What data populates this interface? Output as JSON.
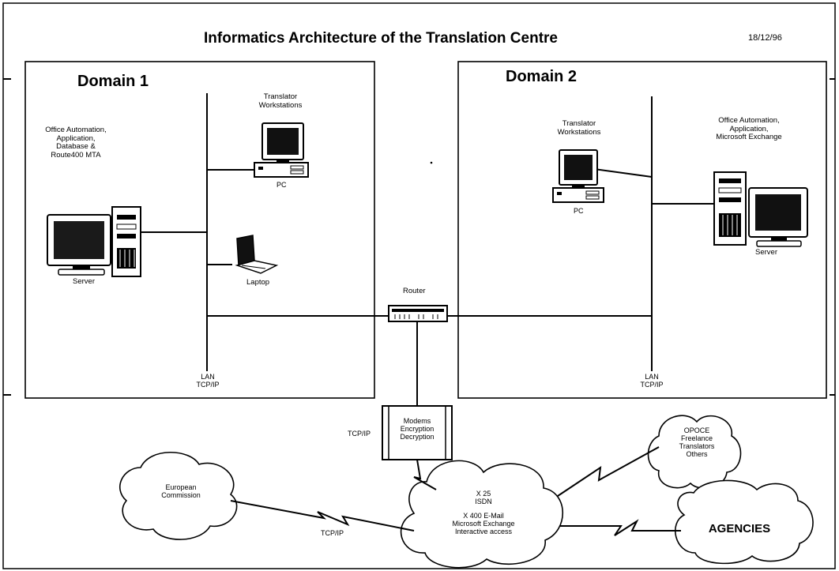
{
  "title": "Informatics Architecture of the Translation Centre",
  "date": "18/12/96",
  "domain1": {
    "label": "Domain 1",
    "server_desc": [
      "Office Automation,",
      "Application,",
      "Database &",
      "Route400 MTA"
    ],
    "server_label": "Server",
    "workstations_label": [
      "Translator",
      "Workstations"
    ],
    "pc_label": "PC",
    "laptop_label": "Laptop",
    "lan_label": [
      "LAN",
      "TCP/IP"
    ]
  },
  "domain2": {
    "label": "Domain 2",
    "workstations_label": [
      "Translator",
      "Workstations"
    ],
    "pc_label": "PC",
    "server_desc": [
      "Office Automation,",
      "Application,",
      "Microsoft Exchange"
    ],
    "server_label": "Server",
    "lan_label": [
      "LAN",
      "TCP/IP"
    ]
  },
  "router_label": "Router",
  "modems_label": [
    "Modems",
    "Encryption",
    "Decryption"
  ],
  "tcpip_modem": "TCP/IP",
  "x25_cloud": [
    "X 25",
    "ISDN",
    "",
    "X 400 E-Mail",
    "Microsoft Exchange",
    "Interactive access"
  ],
  "ec_cloud": [
    "European",
    "Commission"
  ],
  "tcpip_ec": "TCP/IP",
  "opoce_cloud": [
    "OPOCE",
    "Freelance",
    "Translators",
    "Others"
  ],
  "agencies_label": "AGENCIES"
}
